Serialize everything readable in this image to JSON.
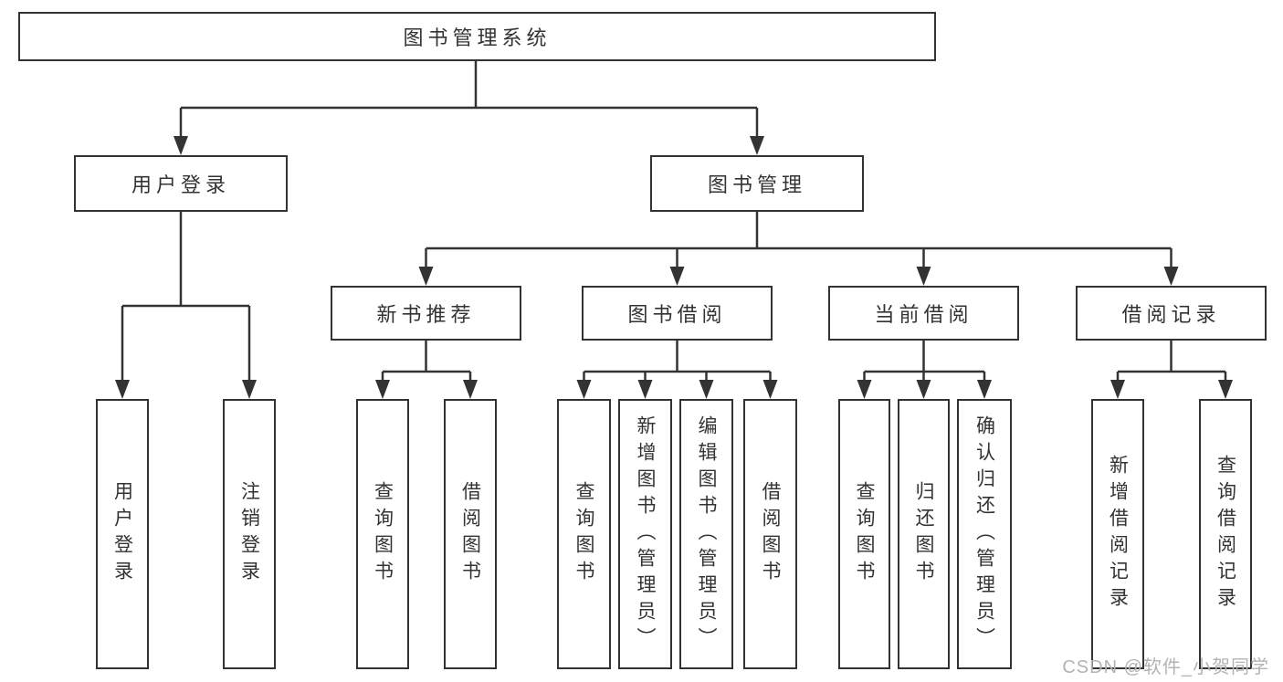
{
  "tree": {
    "root": {
      "label": "图书管理系统"
    },
    "children": [
      {
        "label": "用户登录",
        "children": [
          {
            "label": "用户登录"
          },
          {
            "label": "注销登录"
          }
        ]
      },
      {
        "label": "图书管理",
        "children": [
          {
            "label": "新书推荐",
            "children": [
              {
                "label": "查询图书"
              },
              {
                "label": "借阅图书"
              }
            ]
          },
          {
            "label": "图书借阅",
            "children": [
              {
                "label": "查询图书"
              },
              {
                "label": "新增图书（管理员）"
              },
              {
                "label": "编辑图书（管理员）"
              },
              {
                "label": "借阅图书"
              }
            ]
          },
          {
            "label": "当前借阅",
            "children": [
              {
                "label": "查询图书"
              },
              {
                "label": "归还图书"
              },
              {
                "label": "确认归还（管理员）"
              }
            ]
          },
          {
            "label": "借阅记录",
            "children": [
              {
                "label": "新增借阅记录"
              },
              {
                "label": "查询借阅记录"
              }
            ]
          }
        ]
      }
    ]
  },
  "watermark": {
    "text": "CSDN @软件_小贺同学"
  },
  "colors": {
    "line": "#333333",
    "text": "#333333",
    "watermark": "#b3b3b3",
    "background": "#ffffff"
  }
}
